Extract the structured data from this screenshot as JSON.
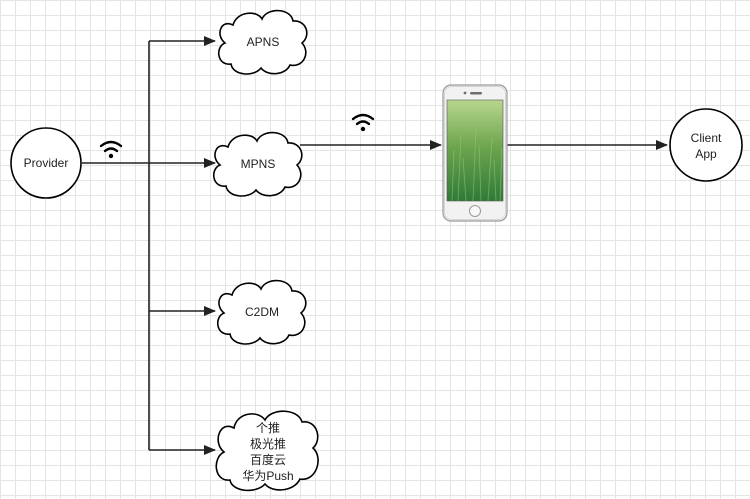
{
  "nodes": {
    "provider": "Provider",
    "apns": "APNS",
    "mpns": "MPNS",
    "c2dm": "C2DM",
    "china_services": [
      "个推",
      "极光推",
      "百度云",
      "华为Push"
    ],
    "client_app": [
      "Client",
      "App"
    ]
  },
  "icons": {
    "wifi": "wifi-icon",
    "phone": "smartphone-icon"
  },
  "colors": {
    "line": "#222222",
    "grid": "#e4e4e4",
    "screen_top": "#b8d68e",
    "screen_bottom": "#2f7a39"
  }
}
